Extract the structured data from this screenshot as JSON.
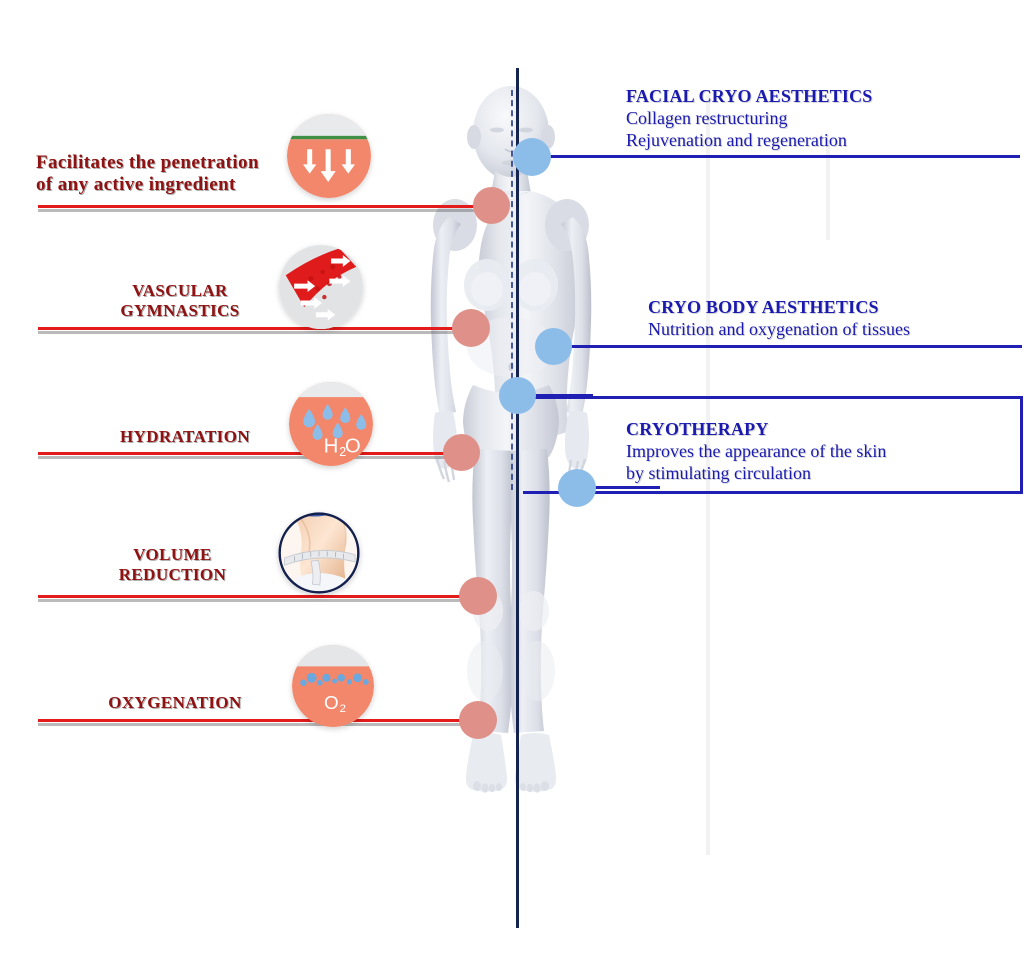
{
  "meta": {
    "subject": "Cryo aesthetics treatment benefits diagram",
    "figure_alt": "3D grey female mannequin front view with center axis"
  },
  "colors": {
    "red_accent": "#e31b1b",
    "red_text": "#8f1111",
    "blue_accent": "#1f1fb4",
    "blue_text": "#1a1ab0",
    "dot_red": "#df9189",
    "dot_blue": "#8cbde9",
    "axis": "#15244f",
    "skin_icon": "#f2876b",
    "background": "#ffffff"
  },
  "left_benefits": [
    {
      "id": "penetration",
      "text_lines": [
        "Facilitates the penetration",
        "of any active ingredient"
      ],
      "style": "sentence",
      "icon": "skin-penetration-arrows-icon",
      "icon_caption": "arrows penetrating skin layers"
    },
    {
      "id": "vascular-gymnastics",
      "text_lines": [
        "VASCULAR",
        "GYMNASTICS"
      ],
      "style": "caps",
      "icon": "blood-vessel-arrows-icon",
      "icon_caption": "red blood vessel with directional arrows"
    },
    {
      "id": "hydratation",
      "text_lines": [
        "HYDRATATION"
      ],
      "style": "caps",
      "icon": "water-droplets-h2o-icon",
      "icon_caption": "water droplets with H2O label"
    },
    {
      "id": "volume-reduction",
      "text_lines": [
        "VOLUME",
        "REDUCTION"
      ],
      "style": "caps",
      "icon": "waist-tape-measure-icon",
      "icon_caption": "waist measured with tape measure"
    },
    {
      "id": "oxygenation",
      "text_lines": [
        "OXYGENATION"
      ],
      "style": "caps",
      "icon": "oxygen-bubbles-o2-icon",
      "icon_caption": "oxygen bubbles with O2 label"
    }
  ],
  "right_treatments": [
    {
      "id": "facial-cryo-aesthetics",
      "title": "FACIAL CRYO AESTHETICS",
      "body_lines": [
        "Collagen restructuring",
        "Rejuvenation and regeneration"
      ]
    },
    {
      "id": "cryo-body-aesthetics",
      "title": "CRYO BODY AESTHETICS",
      "body_lines": [
        "Nutrition and oxygenation of tissues"
      ]
    },
    {
      "id": "cryotherapy",
      "title": "CRYOTHERAPY",
      "body_lines": [
        "Improves the appearance of the skin",
        "by stimulating circulation"
      ]
    }
  ],
  "icon_text": {
    "h2o": "H",
    "h2o_sub": "2",
    "h2o_end": "O",
    "o2": "O",
    "o2_sub": "2"
  }
}
